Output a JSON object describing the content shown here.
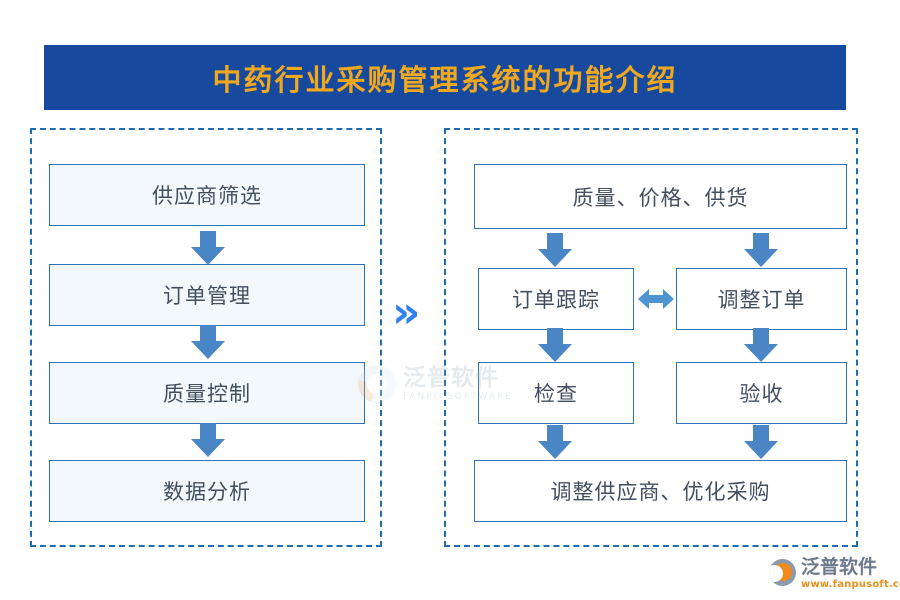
{
  "banner": {
    "title": "中药行业采购管理系统的功能介绍",
    "bg_color": "#17499e",
    "text_color": "#f0a81e"
  },
  "theme": {
    "box_border": "#2e75b6",
    "box_fill_left": "#f3f8fc",
    "box_fill_right": "#ffffff",
    "arrow_color": "#4a86c5",
    "panel_border": "#1f6cb0",
    "chevron_color": "#2f82f0",
    "text_color": "#434f60"
  },
  "left_panel": {
    "nodes": [
      {
        "label": "供应商筛选"
      },
      {
        "label": "订单管理"
      },
      {
        "label": "质量控制"
      },
      {
        "label": "数据分析"
      }
    ],
    "arrows": [
      {
        "icon": "arrow-down-icon"
      },
      {
        "icon": "arrow-down-icon"
      },
      {
        "icon": "arrow-down-icon"
      }
    ]
  },
  "connector": {
    "icon": "double-chevron-right-icon",
    "glyph": "»"
  },
  "right_panel": {
    "top_node": {
      "label": "质量、价格、供货"
    },
    "middle_left": {
      "label": "订单跟踪"
    },
    "middle_right": {
      "label": "调整订单"
    },
    "lower_left": {
      "label": "检查"
    },
    "lower_right": {
      "label": "验收"
    },
    "bottom_node": {
      "label": "调整供应商、优化采购"
    },
    "bidirectional_arrow": {
      "icon": "arrow-left-right-icon"
    }
  },
  "watermark": {
    "cn": "泛普软件",
    "en": "FANPU SOFTWARE",
    "icon": "fanpu-logo-icon"
  },
  "logo": {
    "cn": "泛普软件",
    "url": "www.fanpusoft.com",
    "icon": "fanpu-logo-icon"
  }
}
